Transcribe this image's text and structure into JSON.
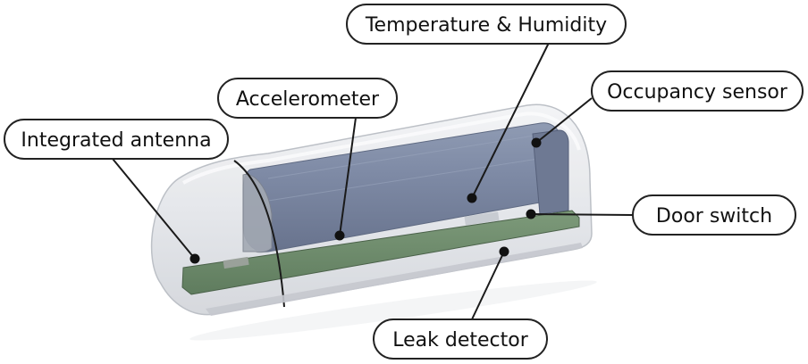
{
  "labels": {
    "temperature_humidity": "Temperature & Humidity",
    "occupancy_sensor": "Occupancy sensor",
    "accelerometer": "Accelerometer",
    "integrated_antenna": "Integrated antenna",
    "door_switch": "Door switch",
    "leak_detector": "Leak detector"
  }
}
